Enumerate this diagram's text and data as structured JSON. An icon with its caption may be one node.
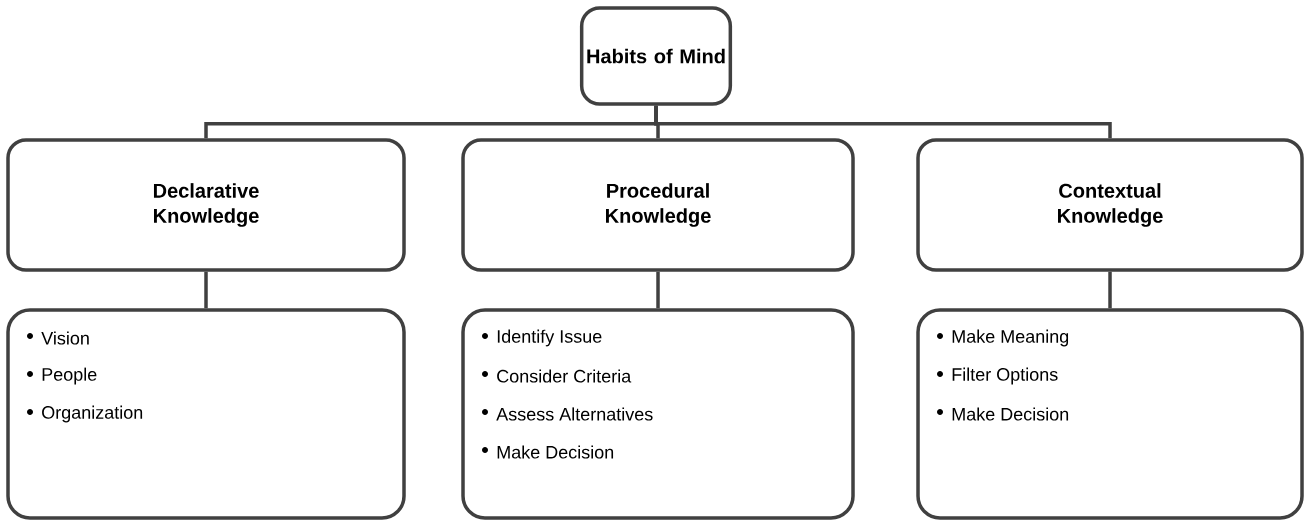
{
  "diagram": {
    "nodes": [
      {
        "text": [
          "Habits of Mind"
        ]
      },
      {
        "text": [
          "Declarative Knowledge"
        ]
      },
      {
        "text": [
          "Procedural Knowledge"
        ]
      },
      {
        "text": [
          "Contextual Knowledge"
        ]
      },
      {
        "text": [
          "Vision",
          "People",
          "Organization"
        ]
      },
      {
        "text": [
          "Identify Issue",
          "Consider Criteria",
          "Assess Alternatives",
          "Make Decision"
        ]
      },
      {
        "text": [
          "Make Meaning",
          "Filter Options",
          "Make Decision"
        ]
      }
    ],
    "edges": [
      {
        "from": 0,
        "to": 1,
        "arrow": "none"
      },
      {
        "from": 0,
        "to": 2,
        "arrow": "none"
      },
      {
        "from": 0,
        "to": 3,
        "arrow": "none"
      },
      {
        "from": 1,
        "to": 4,
        "arrow": "none"
      },
      {
        "from": 2,
        "to": 5,
        "arrow": "none"
      },
      {
        "from": 3,
        "to": 6,
        "arrow": "none"
      }
    ]
  }
}
